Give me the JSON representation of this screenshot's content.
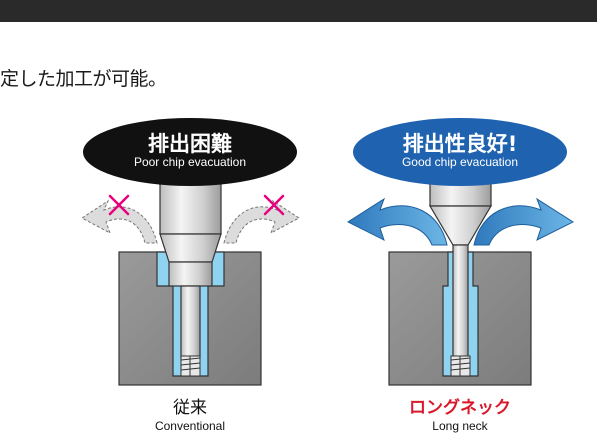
{
  "header": {
    "intro_text": "定した加工が可能。"
  },
  "conventional": {
    "badge_title": "排出困難",
    "badge_subtitle": "Poor chip evacuation",
    "label_ja": "従来",
    "label_en": "Conventional"
  },
  "long_neck": {
    "badge_title": "排出性良好!",
    "badge_subtitle": "Good chip evacuation",
    "label_ja": "ロングネック",
    "label_en": "Long neck"
  },
  "colors": {
    "block": "#8a8a8a",
    "tool_light": "#e6e6e6",
    "tool_dark": "#a8a8a8",
    "cavity_blue": "#8fd3f0",
    "arrow_blue": "#3a86c8",
    "badge_black": "#111111",
    "badge_blue": "#1f63b0",
    "accent_red": "#d9192b",
    "x_mark": "#e6007e"
  }
}
